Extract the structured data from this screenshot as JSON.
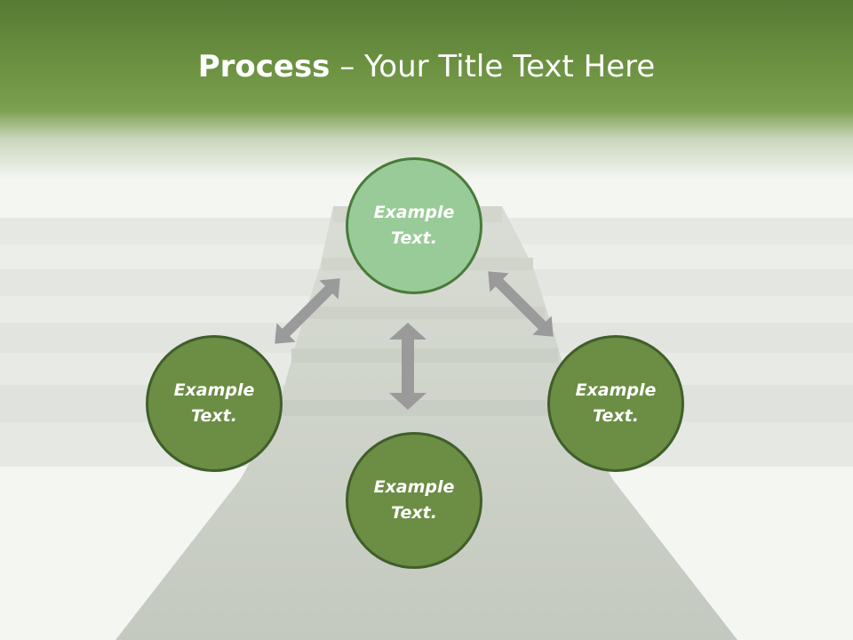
{
  "slide": {
    "title_bold": "Process",
    "title_rest": " – Your Title Text Here"
  },
  "nodes": [
    {
      "id": "top",
      "line1": "Example",
      "line2": "Text."
    },
    {
      "id": "left",
      "line1": "Example",
      "line2": "Text."
    },
    {
      "id": "right",
      "line1": "Example",
      "line2": "Text."
    },
    {
      "id": "bottom",
      "line1": "Example",
      "line2": "Text."
    }
  ],
  "colors": {
    "header": "#6a9040",
    "node_dark": "#6b8d44",
    "node_light": "#98cb98",
    "node_border": "#3f5f2a",
    "arrow": "#9a9a9a"
  }
}
